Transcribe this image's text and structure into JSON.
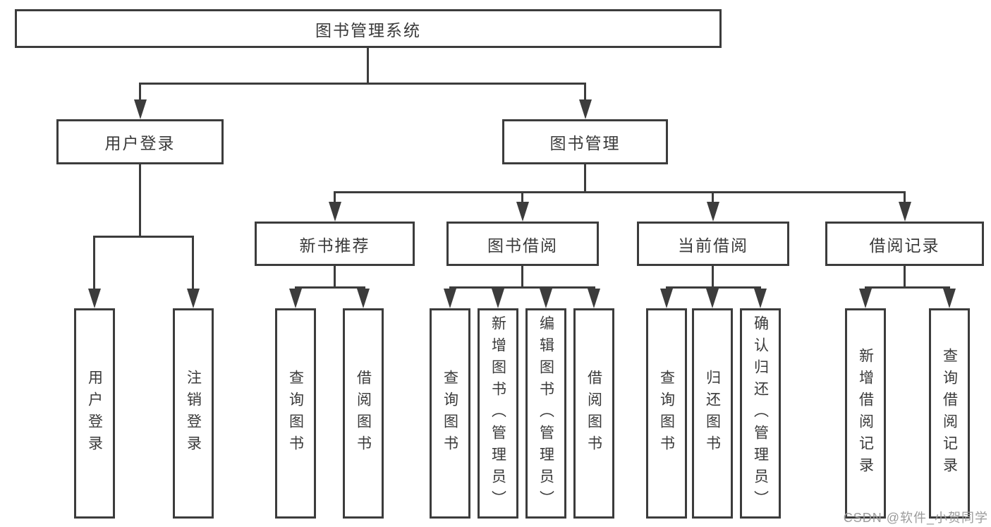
{
  "tree": {
    "label": "图书管理系统",
    "children": [
      {
        "label": "用户登录",
        "children": [
          {
            "label": "用户登录"
          },
          {
            "label": "注销登录"
          }
        ]
      },
      {
        "label": "图书管理",
        "children": [
          {
            "label": "新书推荐",
            "children": [
              {
                "label": "查询图书"
              },
              {
                "label": "借阅图书"
              }
            ]
          },
          {
            "label": "图书借阅",
            "children": [
              {
                "label": "查询图书"
              },
              {
                "label": "新增图书（管理员）"
              },
              {
                "label": "编辑图书（管理员）"
              },
              {
                "label": "借阅图书"
              }
            ]
          },
          {
            "label": "当前借阅",
            "children": [
              {
                "label": "查询图书"
              },
              {
                "label": "归还图书"
              },
              {
                "label": "确认归还（管理员）"
              }
            ]
          },
          {
            "label": "借阅记录",
            "children": [
              {
                "label": "新增借阅记录"
              },
              {
                "label": "查询借阅记录"
              }
            ]
          }
        ]
      }
    ]
  },
  "watermark": "CSDN @软件_小贺同学",
  "colors": {
    "line": "#3c3c3c",
    "text": "#3a3a3a",
    "watermark": "#9b9b9b",
    "background": "#ffffff"
  }
}
